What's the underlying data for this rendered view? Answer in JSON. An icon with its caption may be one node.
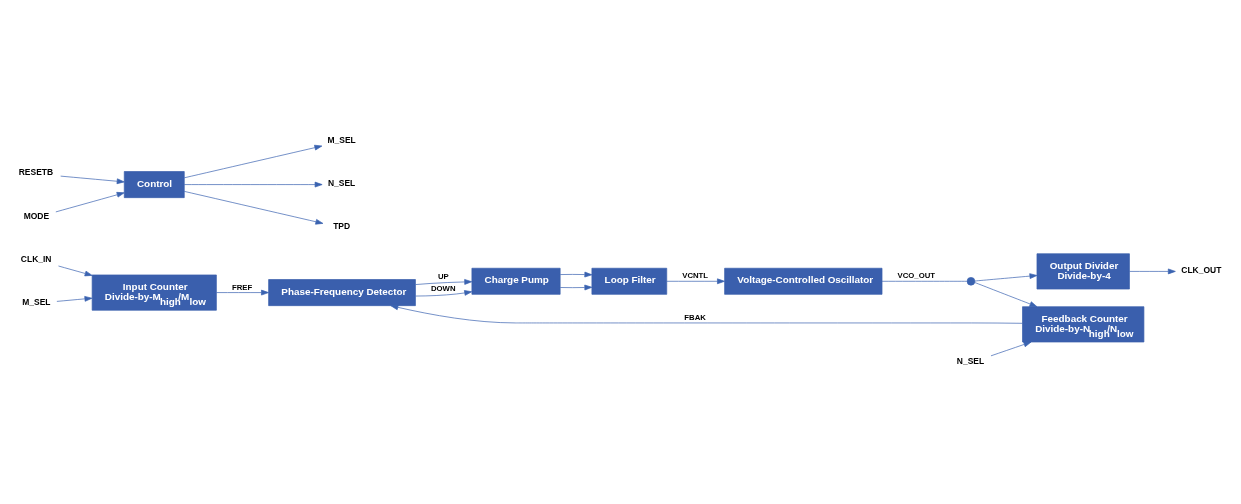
{
  "diagram": {
    "nodes": [
      {
        "text": [
          "CLK_IN"
        ]
      },
      {
        "text": [
          "Input Counter",
          "Divide-by-M$_{high}$/M$_{low}$"
        ]
      },
      {
        "text": [
          "M_SEL"
        ]
      },
      {
        "text": [
          "Phase-Frequency Detector"
        ]
      },
      {
        "text": [
          "Charge Pump"
        ]
      },
      {
        "text": [
          "Loop Filter"
        ]
      },
      {
        "text": [
          "N_SEL"
        ]
      },
      {
        "text": [
          "Feedback Counter",
          "Divide-by-N$_{high}$/N$_{low}$"
        ]
      },
      {
        "text": [
          "Voltage-Controlled Oscillator"
        ]
      },
      {
        "text": [],
        "shape": "circle"
      },
      {
        "text": [
          "Output Divider",
          "Divide-by-4"
        ]
      },
      {
        "text": [
          "CLK_OUT"
        ]
      },
      {
        "text": [
          "RESETB"
        ]
      },
      {
        "text": [
          "MODE"
        ]
      },
      {
        "text": [
          "Control"
        ]
      },
      {
        "text": [
          "M_SEL"
        ]
      },
      {
        "text": [
          "N_SEL"
        ]
      },
      {
        "text": [
          "TPD"
        ]
      }
    ],
    "edges": [
      {
        "from": 0,
        "to": 1,
        "arrow": "to"
      },
      {
        "from": 1,
        "to": 3,
        "arrow": "to",
        "label": "FREF"
      },
      {
        "from": 3,
        "to": 4,
        "arrow": "to",
        "label": "UP"
      },
      {
        "from": 3,
        "to": 4,
        "arrow": "to",
        "label": "DOWN"
      },
      {
        "from": 4,
        "to": 5,
        "arrow": "to"
      },
      {
        "from": 4,
        "to": 5,
        "arrow": "to"
      },
      {
        "from": 5,
        "to": 8,
        "arrow": "to",
        "label": "VCNTL"
      },
      {
        "from": 8,
        "to": 9,
        "arrow": "none",
        "label": "VCO_OUT"
      },
      {
        "from": 9,
        "to": 7,
        "arrow": "to"
      },
      {
        "from": 9,
        "to": 10,
        "arrow": "to"
      },
      {
        "from": 7,
        "to": 3,
        "arrow": "to",
        "label": "FBAK"
      },
      {
        "from": 2,
        "to": 1,
        "arrow": "to"
      },
      {
        "from": 6,
        "to": 7,
        "arrow": "to"
      },
      {
        "from": 10,
        "to": 11,
        "arrow": "to"
      },
      {
        "from": 12,
        "to": 14,
        "arrow": "to"
      },
      {
        "from": 13,
        "to": 14,
        "arrow": "to"
      },
      {
        "from": 14,
        "to": 15,
        "arrow": "to"
      },
      {
        "from": 14,
        "to": 16,
        "arrow": "to"
      },
      {
        "from": 14,
        "to": 17,
        "arrow": "to"
      }
    ]
  }
}
